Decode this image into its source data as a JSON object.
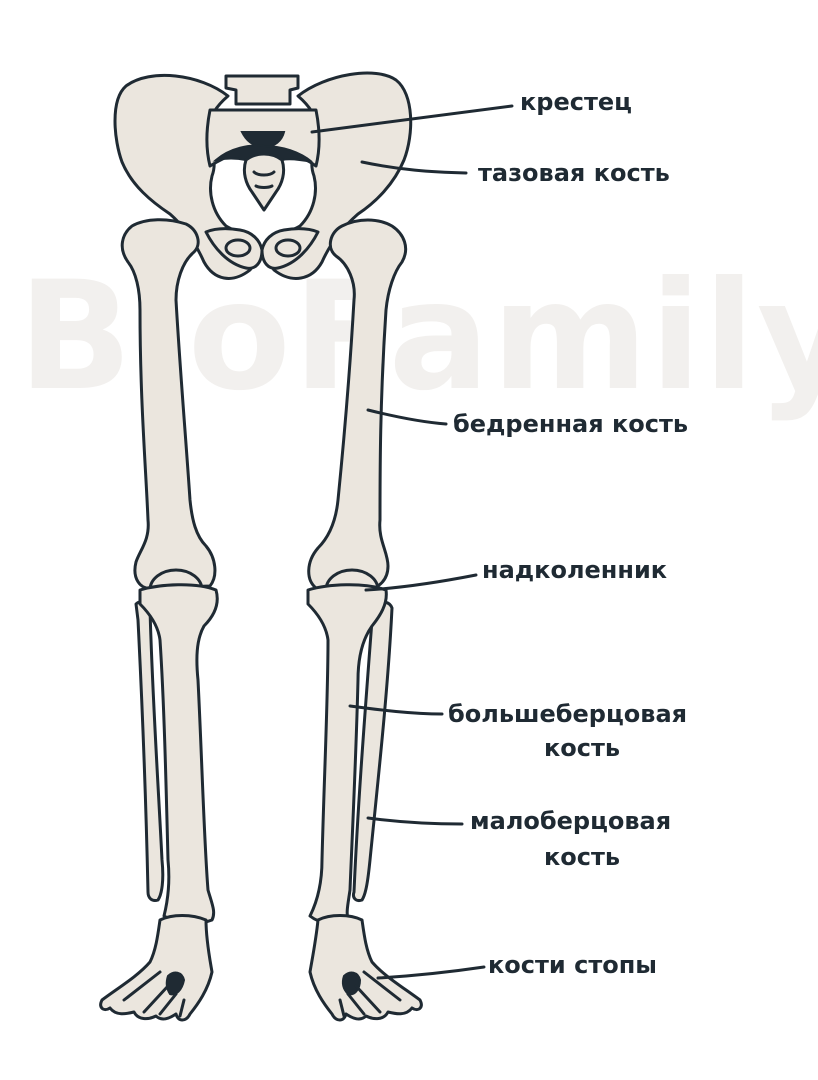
{
  "watermark": "BioFamily",
  "labels": {
    "sacrum": "крестец",
    "pelvis": "тазовая кость",
    "femur": "бедренная кость",
    "patella": "надколенник",
    "tibia_line1": "большеберцовая",
    "tibia_line2": "кость",
    "fibula_line1": "малоберцовая",
    "fibula_line2": "кость",
    "foot": "кости стопы"
  },
  "colors": {
    "bone_fill": "#ebe6de",
    "outline": "#1f2a33",
    "watermark": "#f2f0ee"
  }
}
